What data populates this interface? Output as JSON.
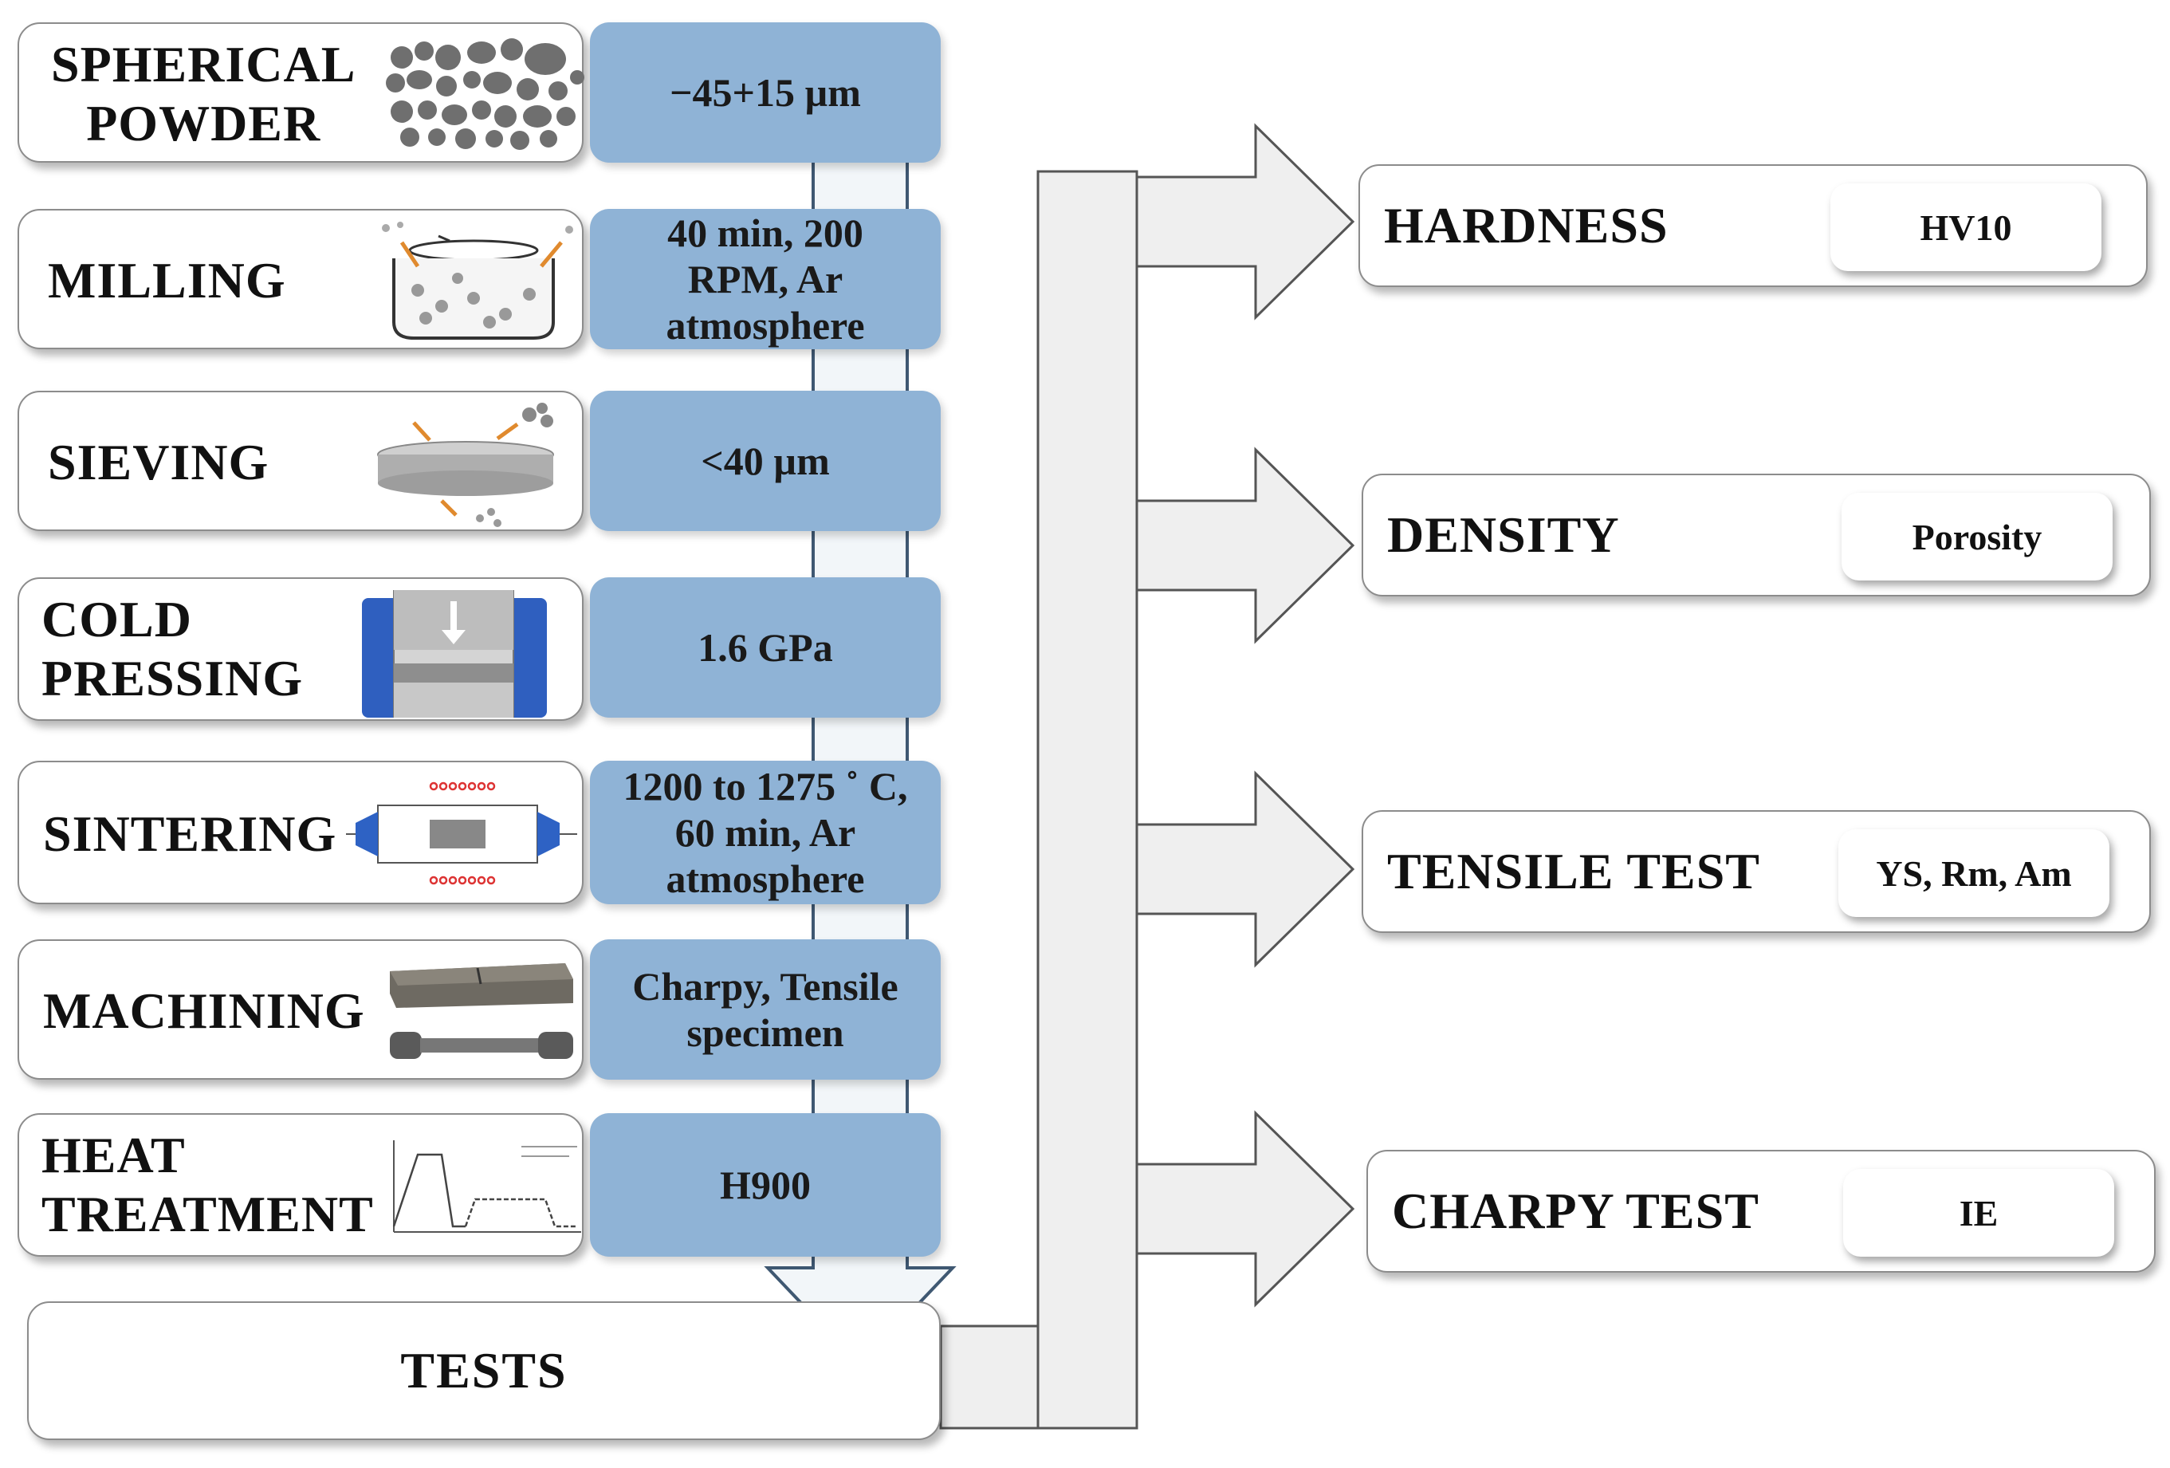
{
  "steps": [
    {
      "label": "SPHERICAL\nPOWDER",
      "param": "−45+15 µm",
      "icon": "powder-icon"
    },
    {
      "label": "MILLING",
      "param": "40 min, 200\nRPM, Ar\natmosphere",
      "icon": "milling-icon"
    },
    {
      "label": "SIEVING",
      "param": "<40 µm",
      "icon": "sieve-icon"
    },
    {
      "label": "COLD\nPRESSING",
      "param": "1.6 GPa",
      "icon": "press-icon"
    },
    {
      "label": "SINTERING",
      "param": "1200 to 1275 ˚ C,\n60 min, Ar\natmosphere",
      "icon": "furnace-icon"
    },
    {
      "label": "MACHINING",
      "param": "Charpy, Tensile\nspecimen",
      "icon": "specimen-icon"
    },
    {
      "label": "HEAT\nTREATMENT",
      "param": "H900",
      "icon": "heat-cycle-icon"
    }
  ],
  "tests": {
    "label": "TESTS"
  },
  "results": [
    {
      "label": "HARDNESS",
      "value": "HV10"
    },
    {
      "label": "DENSITY",
      "value": "Porosity"
    },
    {
      "label": "TENSILE TEST",
      "value": "YS, Rm, Am"
    },
    {
      "label": "CHARPY TEST",
      "value": "IE"
    }
  ],
  "colors": {
    "param_fill": "#8fb3d6",
    "arrow_fill": "#efefef",
    "arrow_stroke": "#555555"
  }
}
